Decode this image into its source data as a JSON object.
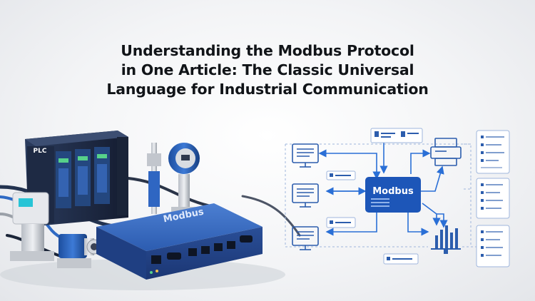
{
  "title": {
    "line1": "Understanding the Modbus Protocol",
    "line2": "in One Article: The Classic Universal",
    "line3": "Language for Industrial Communication"
  },
  "hardware": {
    "plc_label": "PLC",
    "gateway_label": "Modbus"
  },
  "diagram": {
    "hub_label": "Modbus"
  },
  "colors": {
    "accent_blue": "#1f5fbf",
    "hub_blue": "#1d56b8",
    "line_blue": "#2a6fd6",
    "device_blue": "#2c5dad",
    "plc_body": "#1d2a44",
    "title_text": "#111418"
  }
}
